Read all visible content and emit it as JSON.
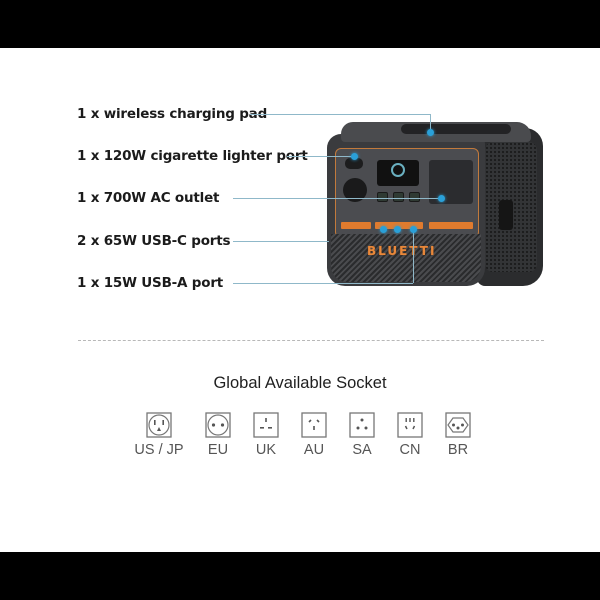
{
  "features": [
    {
      "label": "1 x wireless charging pad",
      "icon": "wireless-pad"
    },
    {
      "label": "1 x 120W cigarette lighter port",
      "icon": "cigarette-port"
    },
    {
      "label": "1 x 700W AC outlet",
      "icon": "ac-outlet"
    },
    {
      "label": "2 x 65W USB-C ports",
      "icon": "usb-c"
    },
    {
      "label": "1 x 15W USB-A port",
      "icon": "usb-a"
    }
  ],
  "product": {
    "brand_logo": "BLUETTI",
    "accent_color": "#e07b2e",
    "callout_color": "#2aa0d8"
  },
  "sockets": {
    "title": "Global Available Socket",
    "items": [
      {
        "label": "US / JP",
        "icon": "us-jp-socket"
      },
      {
        "label": "EU",
        "icon": "eu-socket"
      },
      {
        "label": "UK",
        "icon": "uk-socket"
      },
      {
        "label": "AU",
        "icon": "au-socket"
      },
      {
        "label": "SA",
        "icon": "sa-socket"
      },
      {
        "label": "CN",
        "icon": "cn-socket"
      },
      {
        "label": "BR",
        "icon": "br-socket"
      }
    ]
  }
}
